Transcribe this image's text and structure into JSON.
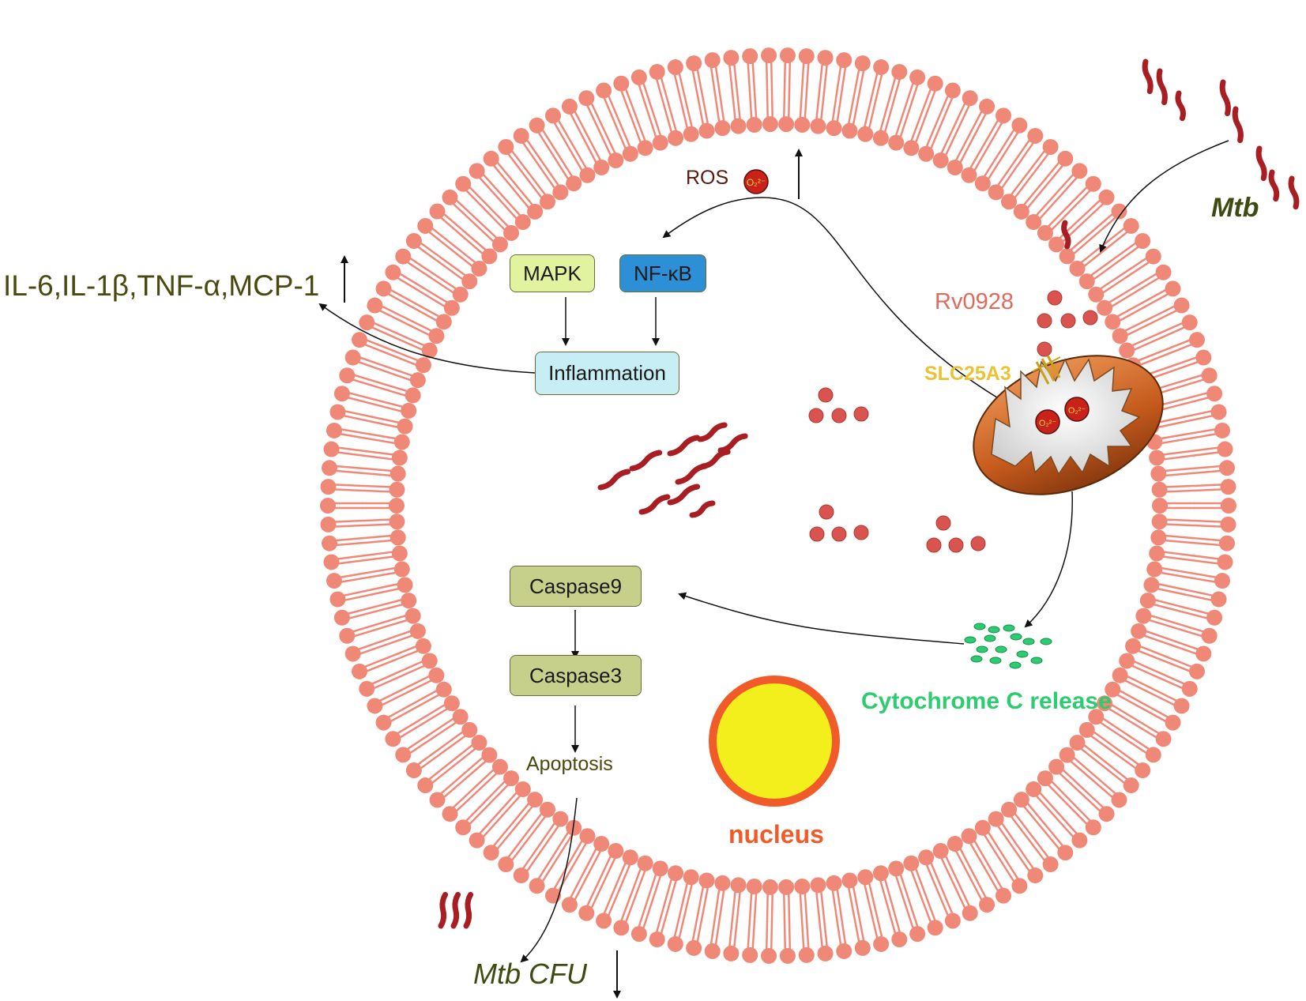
{
  "colors": {
    "membrane": "#f08878",
    "bacteria": "#a81e22",
    "dots": "#d9534f",
    "olive_text": "#4a4a10",
    "rv_text": "#e06a5c",
    "slc_text": "#e8c434",
    "cyto_text": "#2ecc71",
    "nucleus_ring": "#f15a29",
    "nucleus_fill": "#f2ef1c",
    "mapk_fill": "#e2f3a0",
    "nfkb_fill": "#2d8fd5",
    "inflammation_fill": "#c6eef4",
    "caspase_fill": "#c6d08b"
  },
  "labels": {
    "cytokines": "IL-6,IL-1β,TNF-α,MCP-1",
    "ros": "ROS",
    "o2_symbol": "O₂²⁻",
    "mtb": "Mtb",
    "rv0928": "Rv0928",
    "slc25a3": "SLC25A3",
    "cytochrome": "Cytochrome C release",
    "apoptosis": "Apoptosis",
    "nucleus": "nucleus",
    "mtb_cfu": "Mtb CFU"
  },
  "boxes": {
    "mapk": "MAPK",
    "nfkb": "NF-κB",
    "inflammation": "Inflammation",
    "caspase9": "Caspase9",
    "caspase3": "Caspase3"
  },
  "indicators": {
    "cytokines": "up",
    "ros": "up",
    "mtb_cfu": "down"
  }
}
